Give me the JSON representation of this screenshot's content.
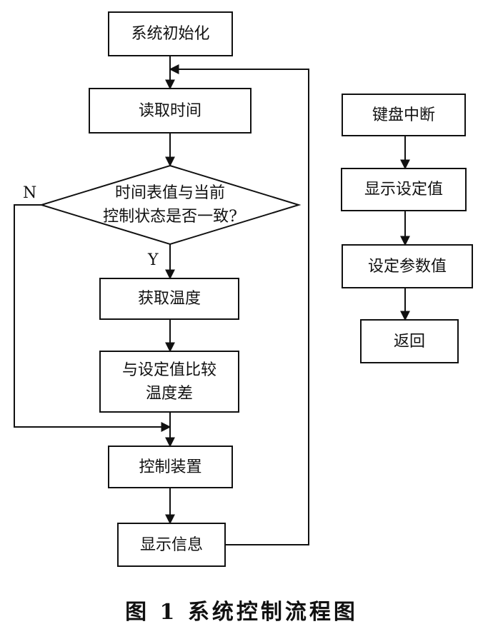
{
  "nodes": {
    "init": "系统初始化",
    "read_time": "读取时间",
    "decision": "时间表值与当前\n控制状态是否一致?",
    "get_temp": "获取温度",
    "compare": "与设定值比较\n温度差",
    "control": "控制装置",
    "display": "显示信息",
    "kb_interrupt": "键盘中断",
    "show_set": "显示设定值",
    "set_params": "设定参数值",
    "return": "返回"
  },
  "edges": {
    "yes": "Y",
    "no": "N"
  },
  "caption": "图 1   系统控制流程图"
}
